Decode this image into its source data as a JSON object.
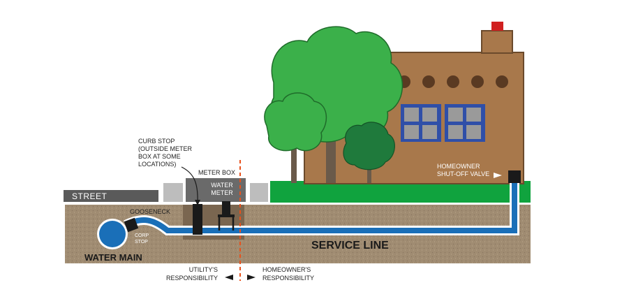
{
  "labels": {
    "street": "STREET",
    "curb_stop": [
      "CURB STOP",
      "(OUTSIDE METER",
      "BOX AT SOME",
      "LOCATIONS)"
    ],
    "meter_box": "METER BOX",
    "water_meter": [
      "WATER",
      "METER"
    ],
    "gooseneck": "GOOSENECK",
    "corp_stop": [
      "CORP",
      "STOP"
    ],
    "water_main": "WATER MAIN",
    "service_line": "SERVICE LINE",
    "shutoff_valve": [
      "HOMEOWNER",
      "SHUT-OFF VALVE"
    ],
    "utility_responsibility": [
      "UTILITY'S",
      "RESPONSIBILITY"
    ],
    "homeowner_responsibility": [
      "HOMEOWNER'S",
      "RESPONSIBILITY"
    ]
  },
  "colors": {
    "soil": "#a08c72",
    "grass": "#10a33e",
    "pipe": "#1a6fb8",
    "house": "#a8784b",
    "tree_light": "#3bb04a",
    "tree_dark": "#1f7a3c",
    "divider": "#e8511c",
    "street": "#5a5a5a"
  }
}
